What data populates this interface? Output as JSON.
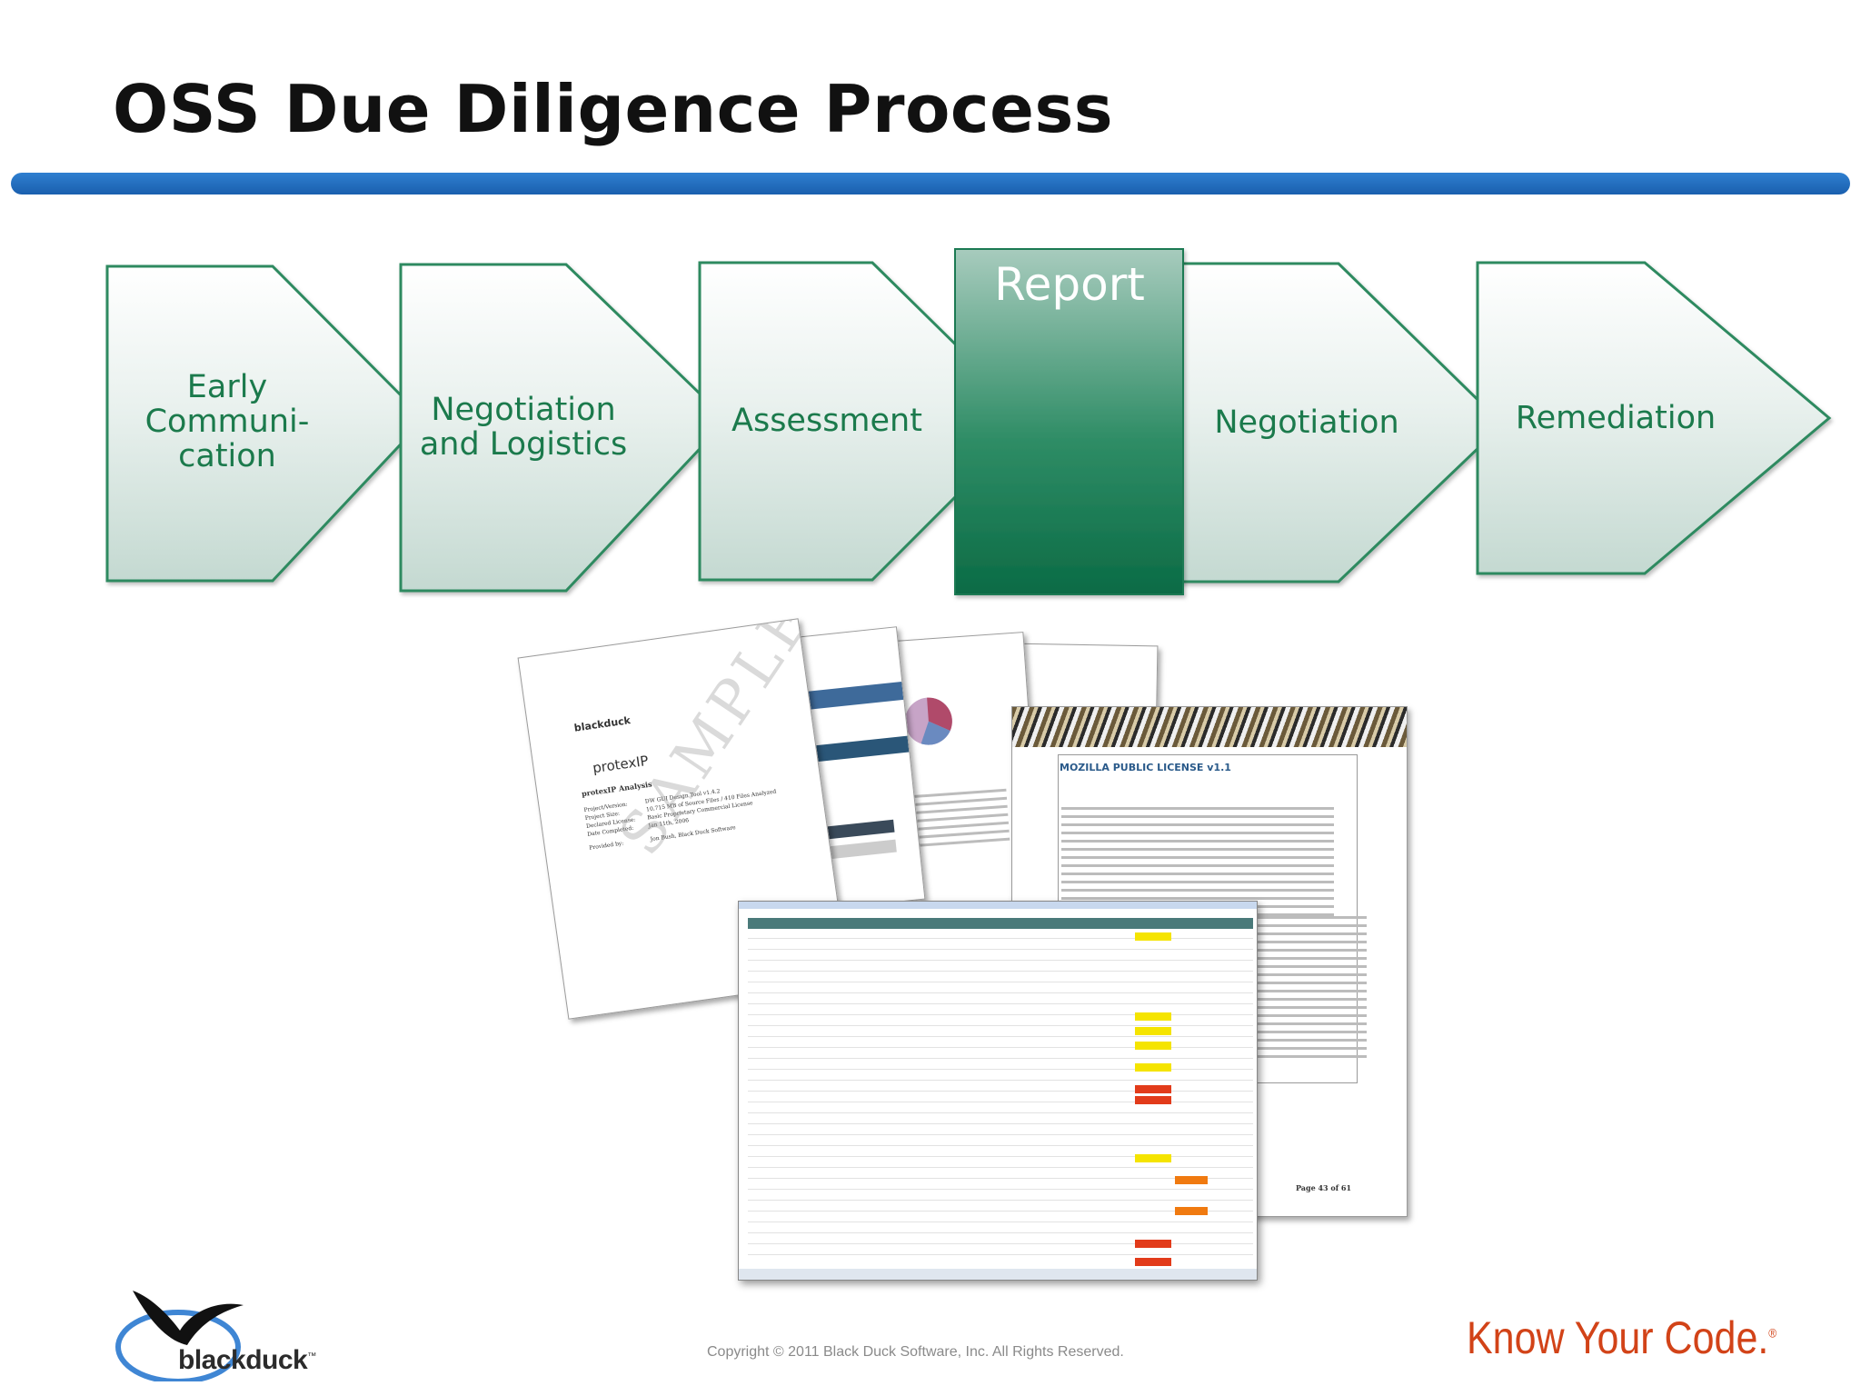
{
  "header": {
    "title": "OSS Due Diligence Process"
  },
  "process_steps": [
    {
      "lines": [
        "Early",
        "Communi-",
        "cation"
      ]
    },
    {
      "lines": [
        "Negotiation",
        "and Logistics"
      ]
    },
    {
      "lines": [
        "Assessment"
      ]
    },
    {
      "label": "Report"
    },
    {
      "lines": [
        "Negotiation"
      ]
    },
    {
      "lines": [
        "Remediation"
      ]
    }
  ],
  "sample_report": {
    "cover": {
      "brand": "blackduck",
      "product": "protexIP",
      "heading": "protexIP Analysis",
      "field_labels": [
        "Project/Version:",
        "Project Size:",
        "Declared License:",
        "Date Completed:",
        "Provided by:"
      ],
      "field_values": [
        "DW GUI Design Tool v1.4.2",
        "10,715 MB of Source Files / 410 Files Analyzed",
        "Basic Proprietary Commercial License",
        "Jan 11th, 2006",
        "Jon Bush, Black Duck Software"
      ],
      "watermark": "SAMPLE"
    },
    "license_page": {
      "title": "MOZILLA PUBLIC LICENSE v1.1",
      "page_number": "Page 43 of 61"
    }
  },
  "colors": {
    "accent_green": "#1b7a4c",
    "title_bar_blue": "#1f6cc0",
    "brand_orange": "#d24318"
  },
  "footer": {
    "copyright": "Copyright © 2011 Black Duck Software, Inc.  All Rights Reserved.",
    "tagline": "Know Your Code.",
    "tagline_mark": "®",
    "logo_text": "blackduck",
    "logo_mark": "™"
  }
}
